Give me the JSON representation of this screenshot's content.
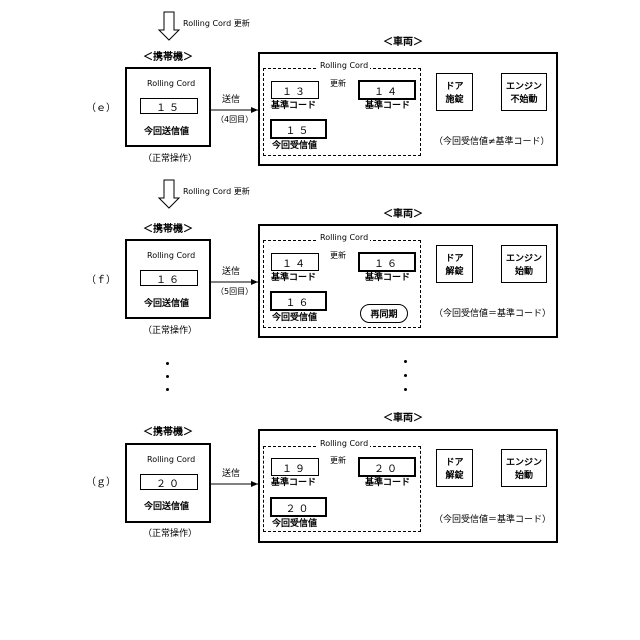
{
  "update_label": "Rolling Cord 更新",
  "mobile_label": "＜携帯機＞",
  "vehicle_label": "＜車両＞",
  "rolling_cord": "Rolling Cord",
  "this_tx_value": "今回送信値",
  "normal_op": "（正常操作）",
  "tx": "送信",
  "update": "更新",
  "base_code": "基準コード",
  "this_rx_value": "今回受信値",
  "engine": [
    "エンジン"
  ],
  "resync": "再同期",
  "sections": [
    {
      "id": "(e)",
      "label": "（ｅ）",
      "tx_value": "１５",
      "tx_count": "（4回目）",
      "base_old": "１３",
      "base_new": "１４",
      "rx_value": "１５",
      "door_l1": "ドア",
      "door_l2": "施錠",
      "engine_l2": "不始動",
      "condition": "（今回受信値≠基準コード）"
    },
    {
      "id": "(f)",
      "label": "（ｆ）",
      "tx_value": "１６",
      "tx_count": "（5回目）",
      "base_old": "１４",
      "base_new": "１６",
      "rx_value": "１６",
      "door_l1": "ドア",
      "door_l2": "解錠",
      "engine_l2": "始動",
      "condition": "（今回受信値＝基準コード）"
    },
    {
      "id": "(g)",
      "label": "（ｇ）",
      "tx_value": "２０",
      "tx_count": "",
      "base_old": "１９",
      "base_new": "２０",
      "rx_value": "２０",
      "door_l1": "ドア",
      "door_l2": "解錠",
      "engine_l2": "始動",
      "condition": "（今回受信値＝基準コード）"
    }
  ]
}
